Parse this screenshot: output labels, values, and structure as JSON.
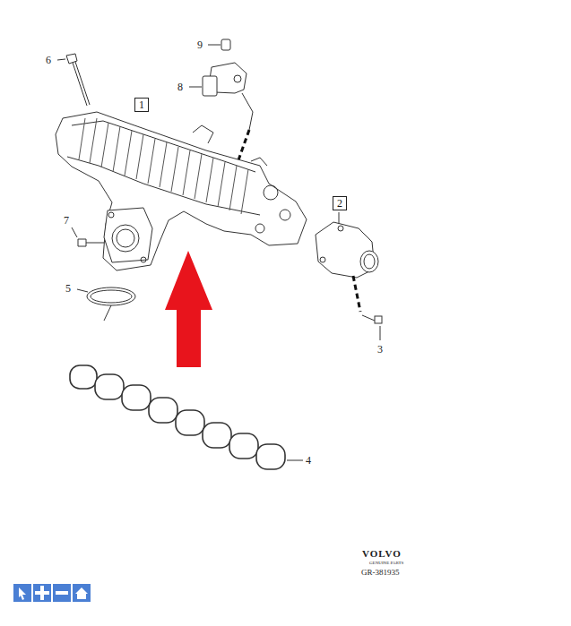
{
  "diagram": {
    "nodes": [
      {
        "text": [
          "1"
        ]
      },
      {
        "text": [
          "2"
        ]
      }
    ],
    "labels": [
      "9",
      "6",
      "8",
      "7",
      "5",
      "3",
      "4",
      "VOLVO",
      "GENUINE PARTS",
      "GR-381935"
    ]
  }
}
